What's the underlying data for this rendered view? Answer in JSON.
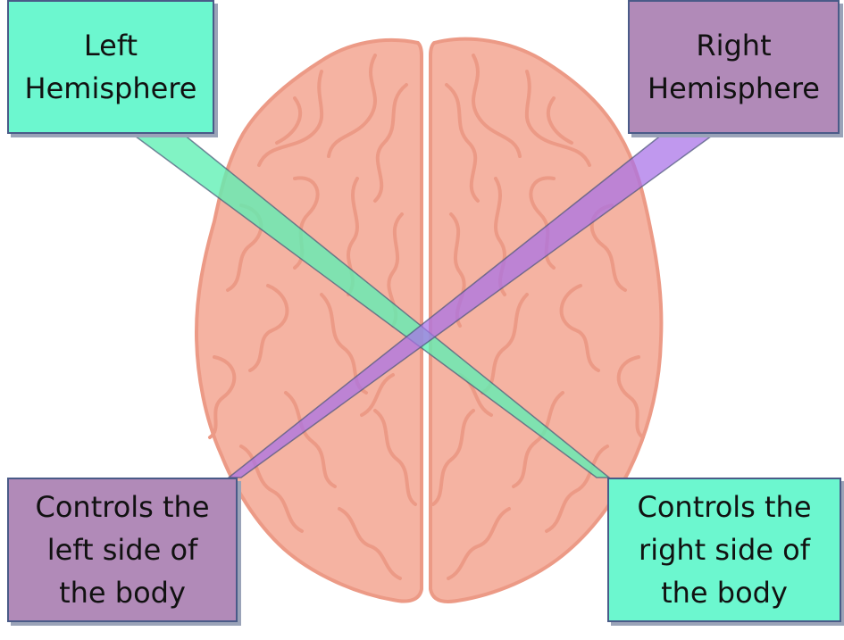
{
  "labels": {
    "left_hemisphere": [
      "Left",
      "Hemisphere"
    ],
    "right_hemisphere": [
      "Right",
      "Hemisphere"
    ],
    "left_body": [
      "Controls the",
      "left side of",
      "the body"
    ],
    "right_body": [
      "Controls the",
      "right side of",
      "the body"
    ]
  },
  "colors": {
    "left_box": "#6cf7cf",
    "right_box": "#b18ab8",
    "left_beam": "#5ef0b4",
    "right_beam": "#a870e8",
    "brain_fill": "#f5b3a2",
    "brain_folds": "#ec9a86"
  }
}
